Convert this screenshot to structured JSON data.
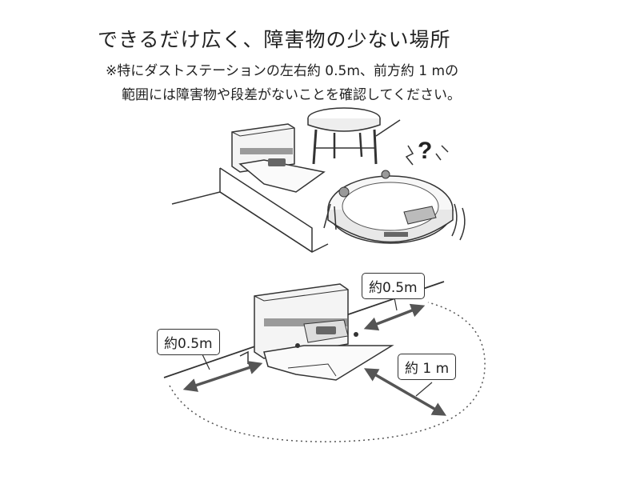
{
  "header": {
    "title": "できるだけ広く、障害物の少ない場所",
    "note_line1": "※特にダストステーションの左右約 0.5m、前方約 1 mの",
    "note_line2": "範囲には障害物や段差がないことを確認してください。"
  },
  "illustration_top": {
    "question_mark": "?"
  },
  "illustration_bottom": {
    "label_right": "約0.5m",
    "label_left": "約0.5m",
    "label_front": "約 1 m"
  }
}
